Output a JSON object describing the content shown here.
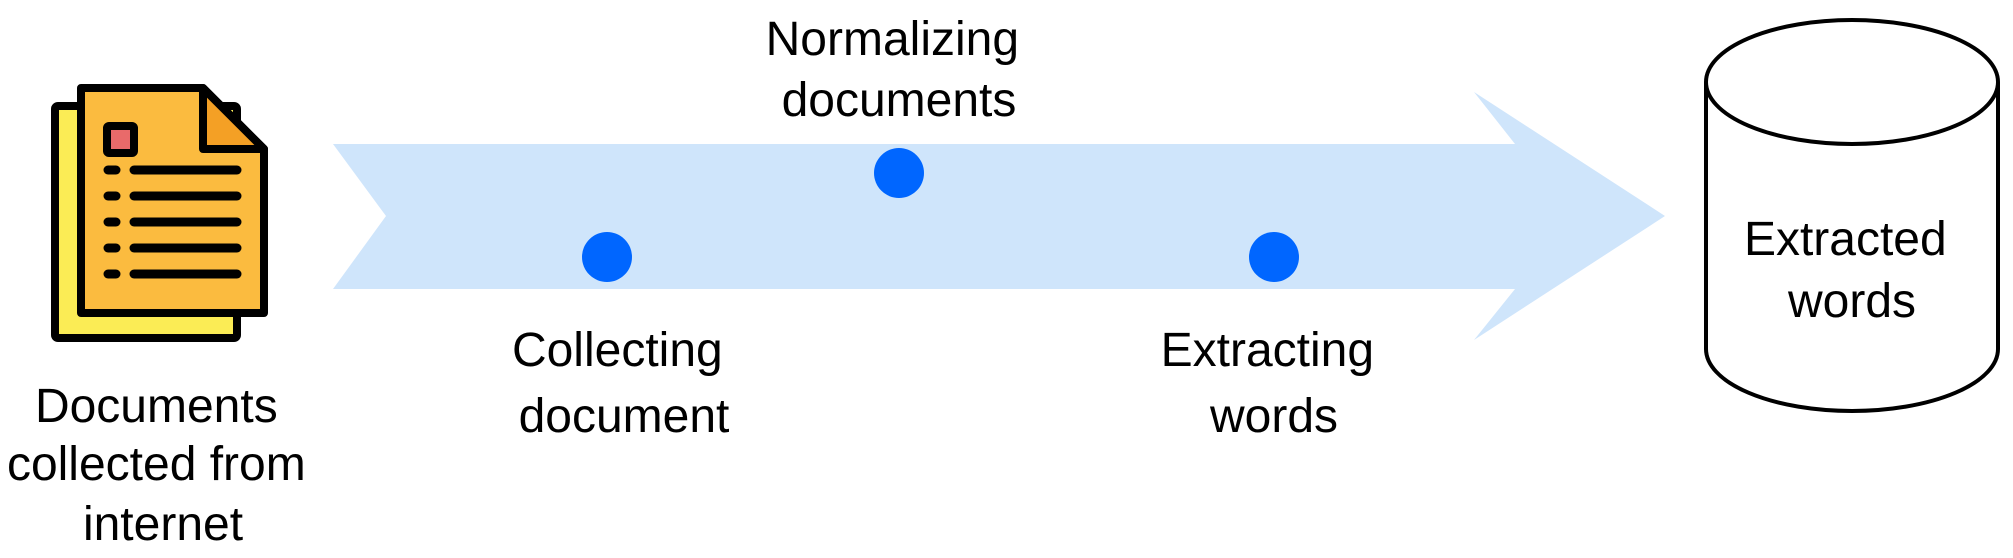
{
  "source": {
    "label_lines": [
      "Documents",
      "collected from",
      "internet"
    ],
    "icon": "documents-icon"
  },
  "steps": [
    {
      "label_lines": [
        "Collecting",
        "document"
      ]
    },
    {
      "label_lines": [
        "Normalizing",
        "documents"
      ]
    },
    {
      "label_lines": [
        "Extracting",
        "words"
      ]
    }
  ],
  "target": {
    "label_lines": [
      "Extracted",
      "words"
    ],
    "icon": "database-cylinder-icon"
  },
  "colors": {
    "arrow": "#cfe5fb",
    "dot": "#0066ff",
    "page_front": "#fbbb3f",
    "page_back": "#fbec55",
    "fold": "#f4a025",
    "marker": "#e96a6a"
  }
}
